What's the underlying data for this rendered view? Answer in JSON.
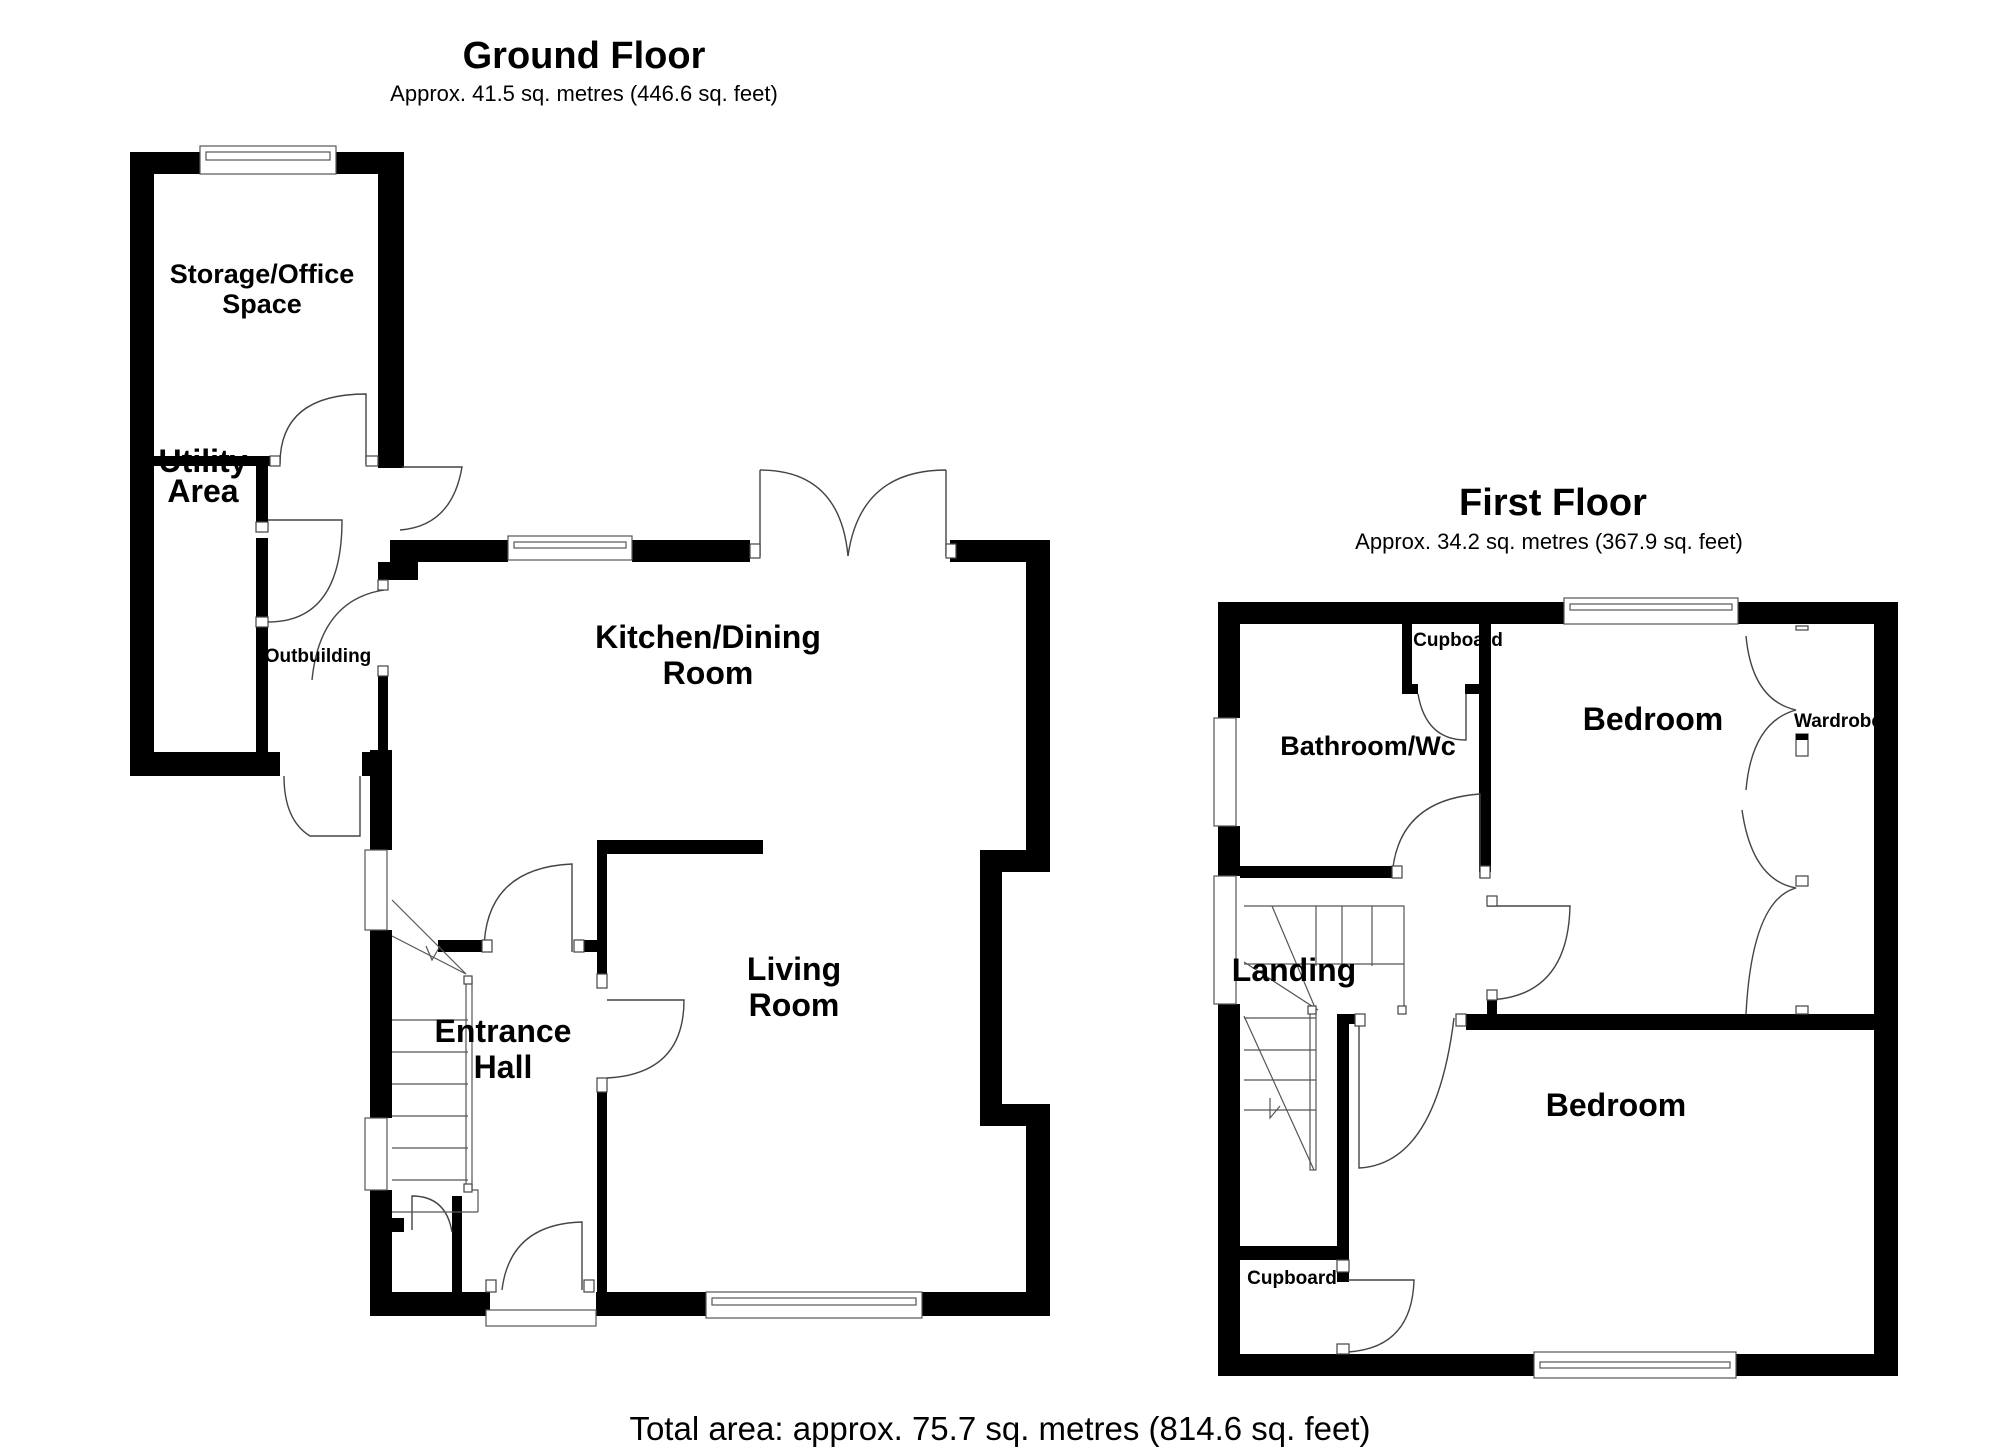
{
  "ground_floor": {
    "title": "Ground Floor",
    "area": "Approx. 41.5 sq. metres (446.6 sq. feet)",
    "rooms": {
      "storage_line1": "Storage/Office",
      "storage_line2": "Space",
      "utility_line1": "Utility",
      "utility_line2": "Area",
      "outbuilding": "Outbuilding",
      "kitchen_line1": "Kitchen/Dining",
      "kitchen_line2": "Room",
      "living_line1": "Living",
      "living_line2": "Room",
      "hall_line1": "Entrance",
      "hall_line2": "Hall"
    }
  },
  "first_floor": {
    "title": "First Floor",
    "area": "Approx. 34.2 sq. metres (367.9 sq. feet)",
    "rooms": {
      "cupboard_upper": "Cupboard",
      "bathroom": "Bathroom/Wc",
      "bedroom_1": "Bedroom",
      "wardrobe": "Wardrobe",
      "landing": "Landing",
      "bedroom_2": "Bedroom",
      "cupboard_lower": "Cupboard"
    }
  },
  "total_area": "Total area: approx. 75.7 sq. metres (814.6 sq. feet)",
  "colors": {
    "wall": "#000000",
    "background": "#ffffff",
    "fixture_line": "#444444"
  }
}
